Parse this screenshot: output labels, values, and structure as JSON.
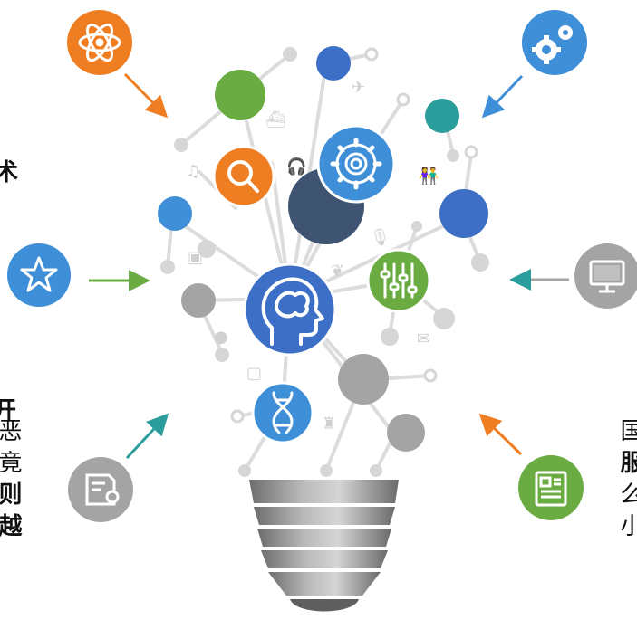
{
  "colors": {
    "orange": "#ef7d22",
    "blue": "#3f8fd8",
    "green": "#6aac42",
    "teal": "#2a9d9c",
    "navy": "#3e5470",
    "gray": "#a4a4a4",
    "light_gray": "#d8d8d8",
    "dark_blue": "#3d6fc7",
    "bulb": "#8a8a8a"
  },
  "side_text": {
    "left_top": "术",
    "left_middle": "开",
    "left_col_lines": [
      "恶",
      "竟",
      "则",
      "越"
    ],
    "right_col_lines": [
      "国",
      "服",
      "么",
      "小"
    ]
  },
  "icons": {
    "atom": "atom-icon",
    "gears": "gears-icon",
    "star": "star-icon",
    "monitor": "monitor-icon",
    "certificate": "certificate-icon",
    "document": "document-icon",
    "search": "search-icon",
    "gear": "gear-icon",
    "sliders": "sliders-icon",
    "brain_head": "brain-head-icon",
    "dna": "dna-icon"
  }
}
